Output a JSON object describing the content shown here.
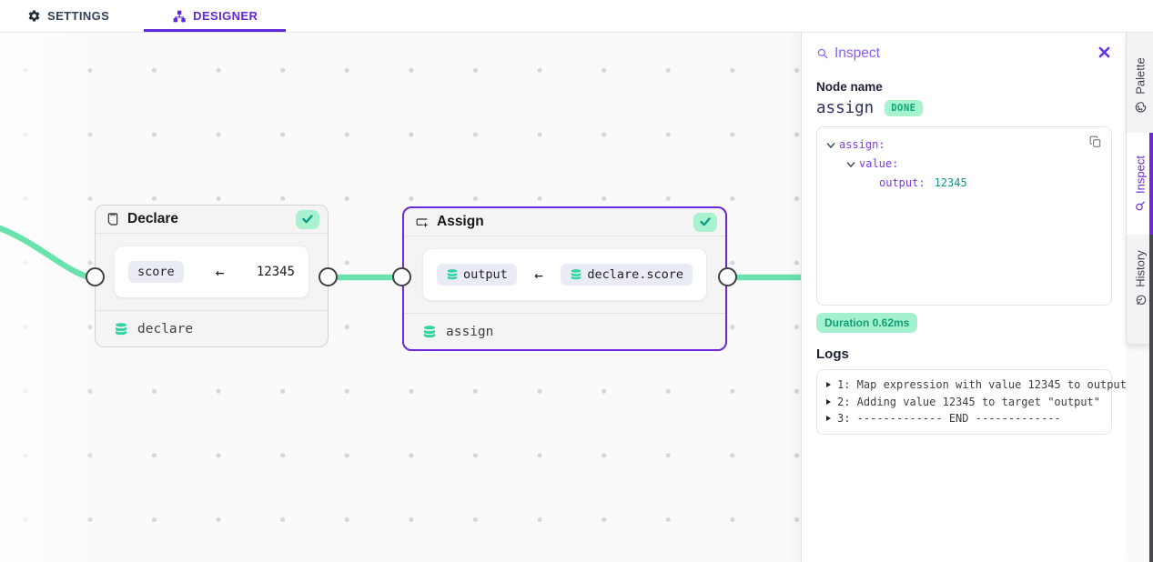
{
  "topbar": {
    "tabs": [
      {
        "label": "SETTINGS"
      },
      {
        "label": "DESIGNER"
      }
    ]
  },
  "canvas": {
    "nodes": {
      "declare": {
        "title": "Declare",
        "variable": "score",
        "arrow": "←",
        "value": "12345",
        "footer": "declare"
      },
      "assign": {
        "title": "Assign",
        "target": "output",
        "arrow": "←",
        "source": "declare.score",
        "footer": "assign"
      }
    }
  },
  "inspect": {
    "title": "Inspect",
    "node_name_label": "Node name",
    "node_name": "assign",
    "status_badge": "DONE",
    "tree": [
      {
        "key": "assign:"
      },
      {
        "key": "value:"
      },
      {
        "key": "output:",
        "value": "12345"
      }
    ],
    "duration_badge": "Duration 0.62ms",
    "logs_label": "Logs",
    "logs": [
      "1: Map expression with value 12345 to output",
      "2: Adding value 12345 to target \"output\"",
      "3: ------------- END -------------"
    ]
  },
  "rail": {
    "tabs": [
      {
        "label": "Palette"
      },
      {
        "label": "Inspect"
      },
      {
        "label": "History"
      }
    ]
  },
  "colors": {
    "accent_purple": "#6d28d9",
    "panel_title_purple": "#8b5cf6",
    "tree_key_purple": "#7c3aed",
    "value_teal": "#0d9488",
    "edge_green": "#69e2ad",
    "db_icon_green": "#2fd49f",
    "badge_bg_green": "#a7f3d0",
    "badge_text_green": "#0ca678"
  }
}
